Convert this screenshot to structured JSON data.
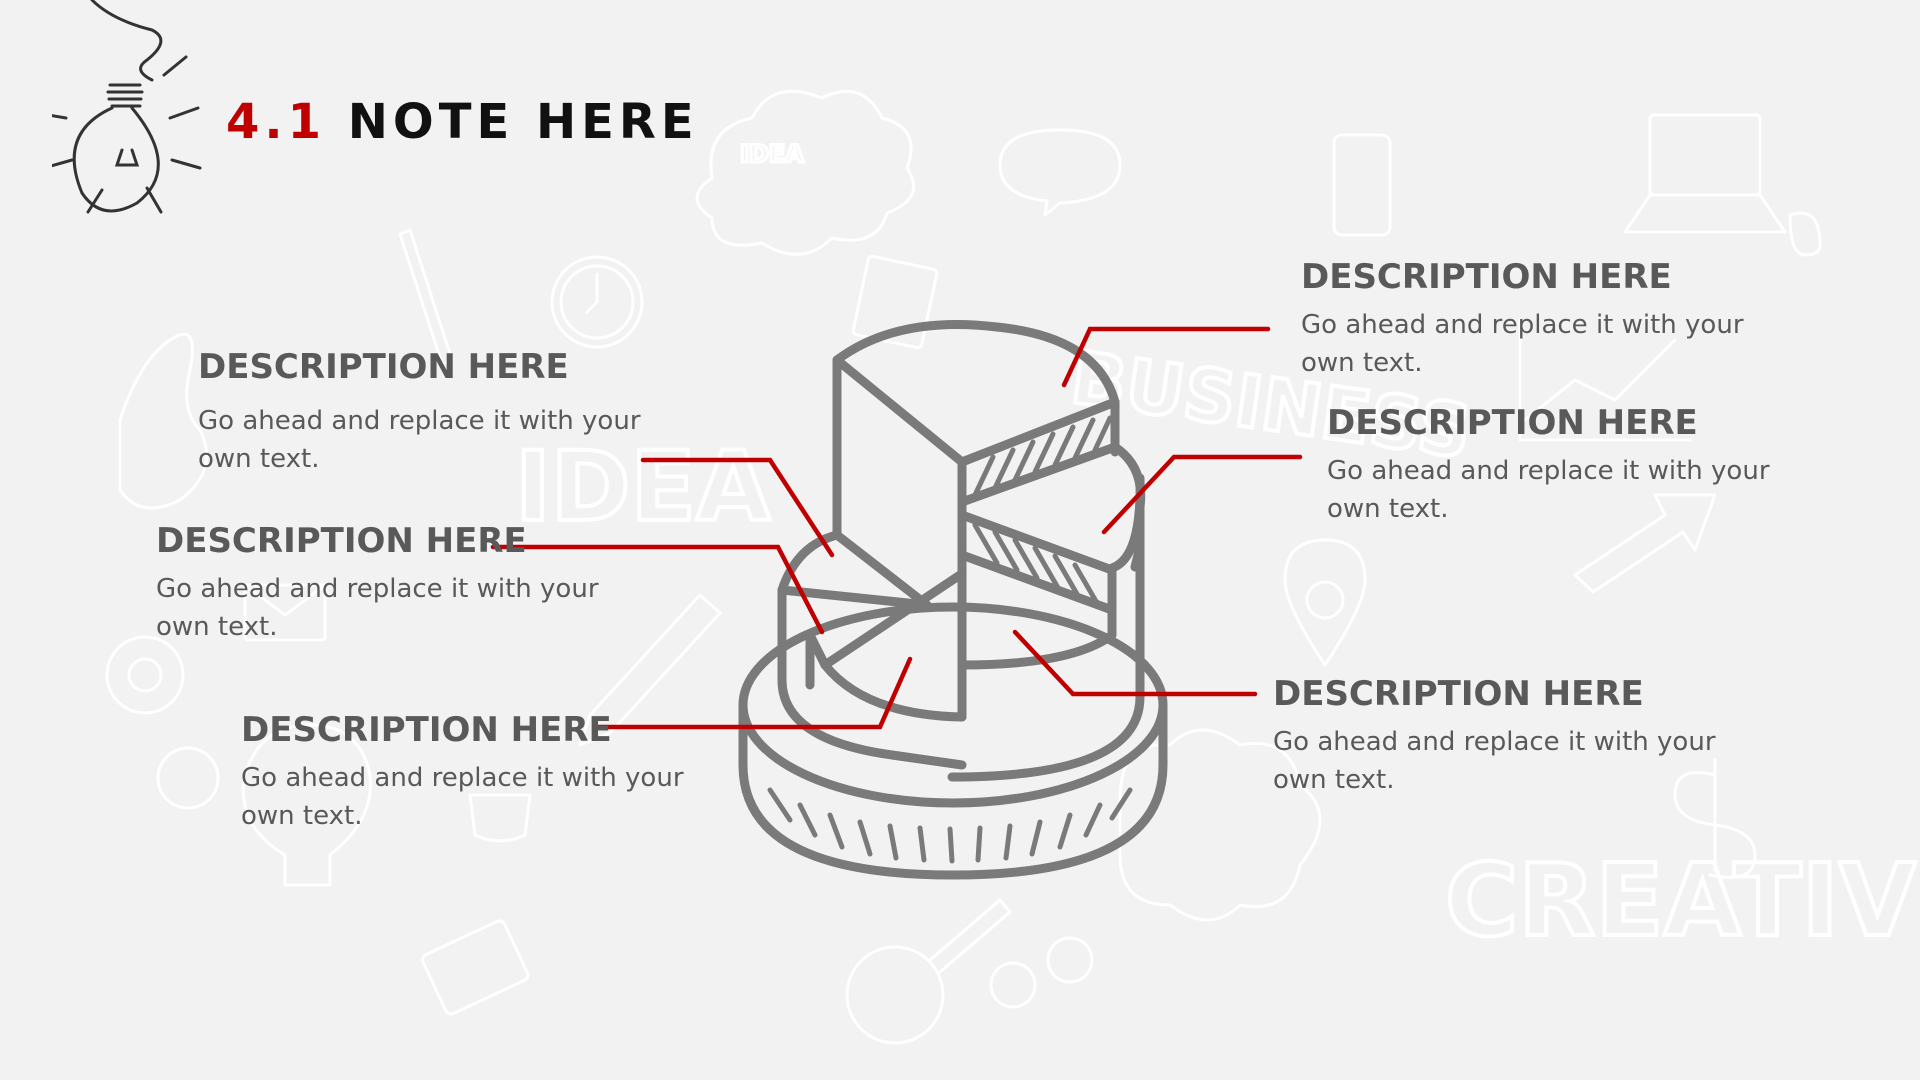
{
  "slide": {
    "number": "4.1",
    "title": "NOTE HERE"
  },
  "background_words": {
    "idea_cloud": "IDEA",
    "idea": "IDEA",
    "business": "BUSINESS",
    "creative": "CREATIVE"
  },
  "descriptions": [
    {
      "heading": "DESCRIPTION HERE",
      "body": "Go ahead and replace it with your own text."
    },
    {
      "heading": "DESCRIPTION HERE",
      "body": "Go ahead and replace it with your own text."
    },
    {
      "heading": "DESCRIPTION HERE",
      "body": "Go ahead and replace it with your own text."
    },
    {
      "heading": "DESCRIPTION HERE",
      "body": "Go ahead and replace it with your own text."
    },
    {
      "heading": "DESCRIPTION HERE",
      "body": "Go ahead and replace it with your own text."
    },
    {
      "heading": "DESCRIPTION HERE",
      "body": "Go ahead and replace it with your own text."
    }
  ],
  "colors": {
    "accent": "#c00000",
    "text": "#595959",
    "sketch": "#7a7a7a",
    "background": "#f2f2f2"
  }
}
